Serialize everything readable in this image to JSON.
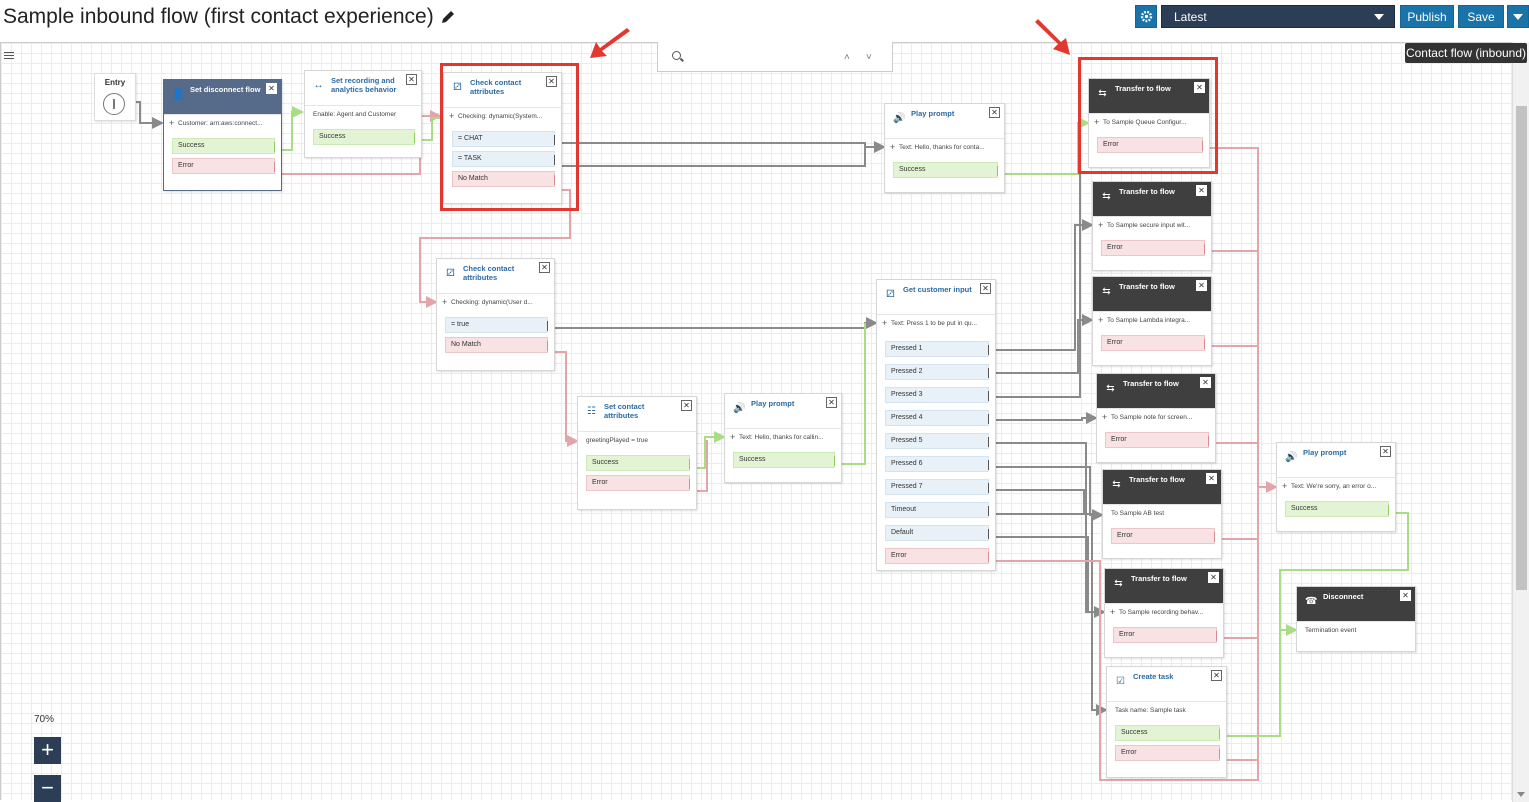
{
  "header": {
    "title": "Sample inbound flow (first contact experience)",
    "version": "Latest",
    "publish_label": "Publish",
    "save_label": "Save"
  },
  "tooltip": "Contact flow (inbound)",
  "zoom": {
    "level": "70%",
    "plus": "+",
    "minus": "−"
  },
  "entry": {
    "label": "Entry"
  },
  "blocks": {
    "set_disconnect": {
      "title": "Set disconnect flow",
      "desc": "Customer: arn:aws:connect...",
      "rows": [
        "Success",
        "Error"
      ]
    },
    "set_recording": {
      "title": "Set recording and analytics behavior",
      "desc": "Enable: Agent and Customer",
      "rows": [
        "Success"
      ]
    },
    "check_attr_1": {
      "title": "Check contact attributes",
      "desc": "Checking: dynamic(System...",
      "rows": [
        "= CHAT",
        "= TASK",
        "No Match"
      ]
    },
    "check_attr_2": {
      "title": "Check contact attributes",
      "desc": "Checking: dynamic(User d...",
      "rows": [
        "= true",
        "No Match"
      ]
    },
    "play_prompt_1": {
      "title": "Play prompt",
      "desc": "Text: Hello, thanks for conta...",
      "rows": [
        "Success"
      ]
    },
    "set_contact_attr": {
      "title": "Set contact attributes",
      "desc": "greetingPlayed = true",
      "rows": [
        "Success",
        "Error"
      ]
    },
    "play_prompt_2": {
      "title": "Play prompt",
      "desc": "Text: Hello, thanks for callin...",
      "rows": [
        "Success"
      ]
    },
    "get_input": {
      "title": "Get customer input",
      "desc": "Text: Press 1 to be put in qu...",
      "rows": [
        "Pressed 1",
        "Pressed 2",
        "Pressed 3",
        "Pressed 4",
        "Pressed 5",
        "Pressed 6",
        "Pressed 7",
        "Timeout",
        "Default",
        "Error"
      ]
    },
    "transfer_1": {
      "title": "Transfer to flow",
      "desc": "To Sample Queue Configur...",
      "rows": [
        "Error"
      ]
    },
    "transfer_2": {
      "title": "Transfer to flow",
      "desc": "To Sample secure input wit...",
      "rows": [
        "Error"
      ]
    },
    "transfer_3": {
      "title": "Transfer to flow",
      "desc": "To Sample Lambda integra...",
      "rows": [
        "Error"
      ]
    },
    "transfer_4": {
      "title": "Transfer to flow",
      "desc": "To Sample note for screen...",
      "rows": [
        "Error"
      ]
    },
    "transfer_5": {
      "title": "Transfer to flow",
      "desc": "To Sample AB test",
      "rows": [
        "Error"
      ]
    },
    "transfer_6": {
      "title": "Transfer to flow",
      "desc": "To Sample recording behav...",
      "rows": [
        "Error"
      ]
    },
    "create_task": {
      "title": "Create task",
      "desc": "Task name: Sample task",
      "rows": [
        "Success",
        "Error"
      ]
    },
    "play_prompt_3": {
      "title": "Play prompt",
      "desc": "Text: We're sorry, an error o...",
      "rows": [
        "Success"
      ]
    },
    "disconnect": {
      "title": "Disconnect",
      "desc": "Termination event",
      "rows": []
    }
  },
  "colors": {
    "accent": "#1a73a9",
    "highlight": "#e2382f",
    "success_wire": "#a8dd84",
    "error_wire": "#e3a5aa",
    "neutral_wire": "#8a8a8a"
  },
  "icons": [
    "pencil-icon",
    "gear-icon",
    "search-icon",
    "chevron-up-icon",
    "chevron-down-icon",
    "close-icon",
    "speaker-icon",
    "transfer-icon",
    "attributes-icon",
    "disconnect-icon",
    "task-icon",
    "arrow-annotation-icon"
  ]
}
